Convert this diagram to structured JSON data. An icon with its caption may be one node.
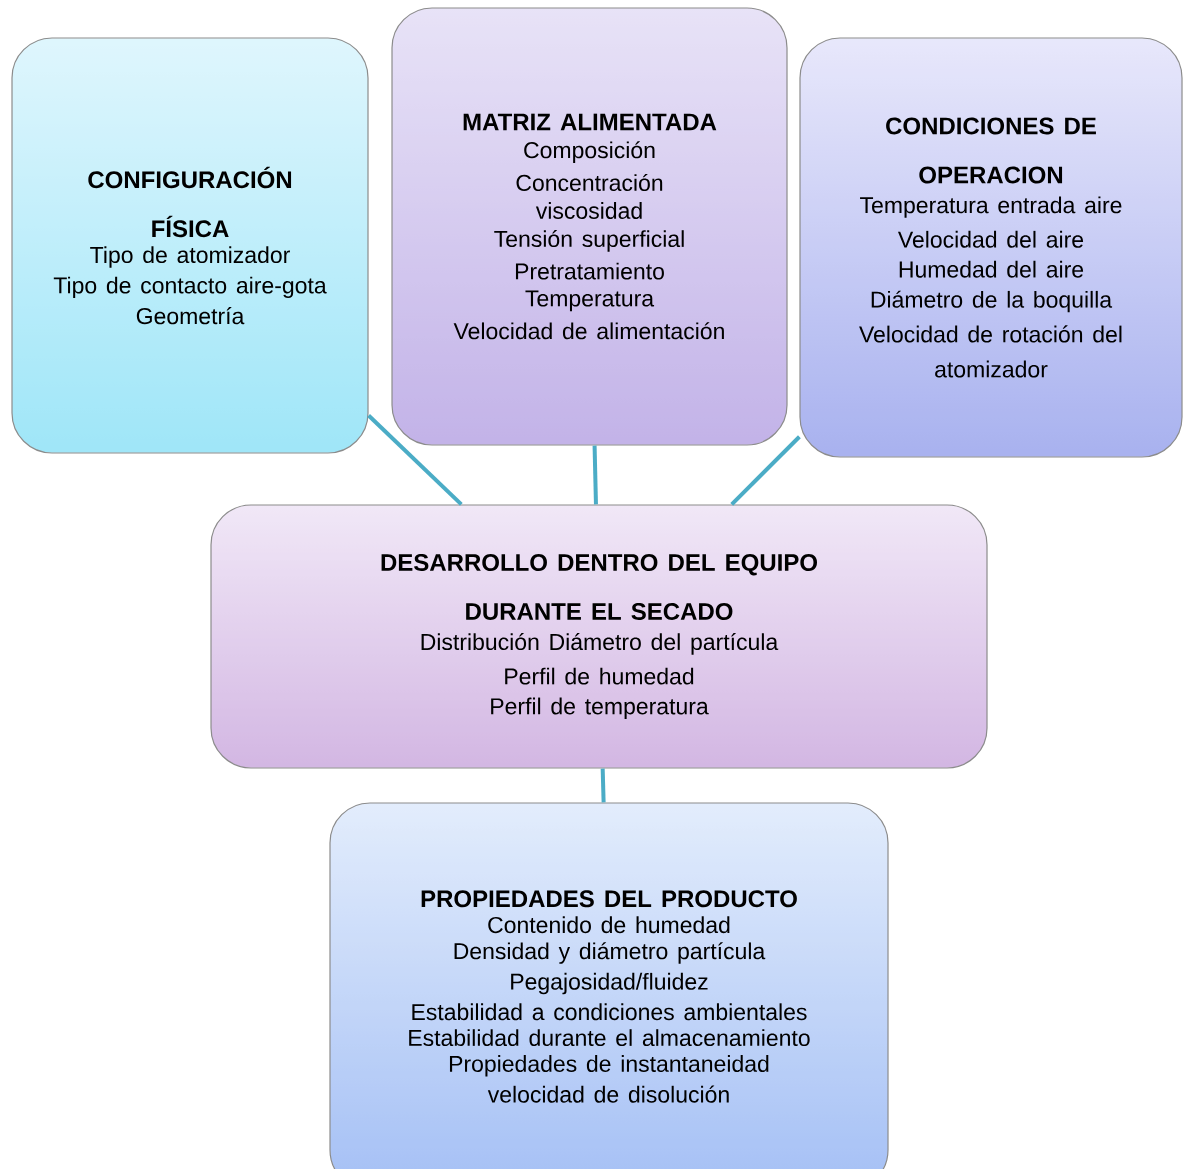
{
  "diagram": {
    "nodes": [
      {
        "text": [
          "CONFIGURACIÓN FÍSICA",
          "Tipo de atomizador",
          "Tipo de contacto aire-gota",
          "Geometría"
        ]
      },
      {
        "text": [
          "MATRIZ ALIMENTADA",
          "Composición",
          "Concentración",
          "viscosidad",
          "Tensión superficial",
          "Pretratamiento",
          "Temperatura",
          "Velocidad de alimentación"
        ]
      },
      {
        "text": [
          "CONDICIONES DE OPERACION",
          "Temperatura entrada aire",
          "Velocidad del aire",
          "Humedad del aire",
          "Diámetro de la boquilla",
          "Velocidad de rotación del atomizador"
        ]
      },
      {
        "text": [
          "DESARROLLO DENTRO DEL EQUIPO DURANTE EL SECADO",
          "Distribución Diámetro del partícula",
          "Perfil de humedad",
          "Perfil de temperatura"
        ]
      },
      {
        "text": [
          "PROPIEDADES DEL PRODUCTO",
          "Contenido de humedad",
          "Densidad y diámetro partícula",
          "Pegajosidad/fluidez",
          "Estabilidad a condiciones ambientales",
          "Estabilidad durante el almacenamiento",
          "Propiedades de instantaneidad",
          "velocidad de disolución"
        ]
      }
    ],
    "edges": [
      {
        "from": 0,
        "to": 3,
        "arrow": "none"
      },
      {
        "from": 1,
        "to": 3,
        "arrow": "none"
      },
      {
        "from": 2,
        "to": 3,
        "arrow": "none"
      },
      {
        "from": 3,
        "to": 4,
        "arrow": "none"
      }
    ]
  }
}
